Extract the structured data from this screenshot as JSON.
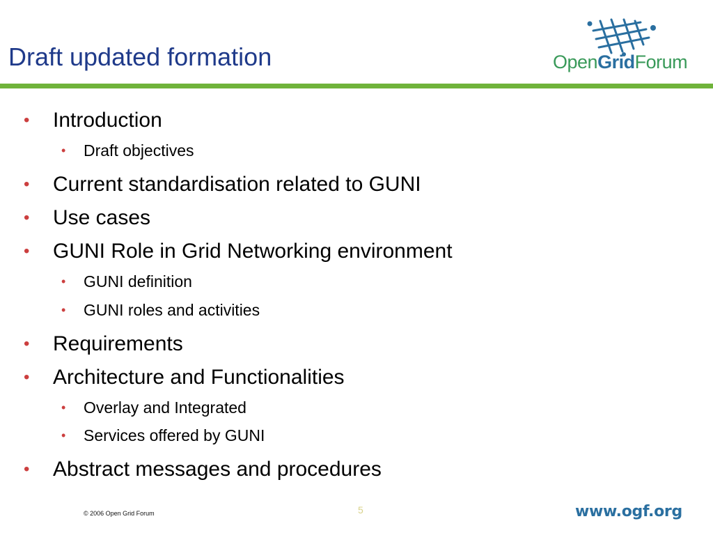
{
  "slide": {
    "title": "Draft updated formation",
    "colors": {
      "title": "#1f3a8a",
      "rule": "#6fb33a",
      "bullet": "#cc3f3f",
      "logo_green": "#3a9a5a",
      "logo_blue": "#2a6fa0"
    },
    "logo": {
      "icon": "grid-lattice-icon",
      "word_open": "Open",
      "word_grid": "Grid",
      "word_forum": "Forum"
    },
    "bullets": [
      {
        "level": 1,
        "text": "Introduction"
      },
      {
        "level": 2,
        "text": "Draft objectives"
      },
      {
        "level": 1,
        "text": "Current standardisation related to GUNI"
      },
      {
        "level": 1,
        "text": "Use cases"
      },
      {
        "level": 1,
        "text": "GUNI Role in Grid Networking environment"
      },
      {
        "level": 2,
        "text": "GUNI definition"
      },
      {
        "level": 2,
        "text": "GUNI roles and activities"
      },
      {
        "level": 1,
        "text": "Requirements"
      },
      {
        "level": 1,
        "text": "Architecture and Functionalities"
      },
      {
        "level": 2,
        "text": "Overlay and Integrated"
      },
      {
        "level": 2,
        "text": "Services offered by GUNI"
      },
      {
        "level": 1,
        "text": "Abstract messages and procedures"
      }
    ],
    "bullet_glyph": "•",
    "footer": {
      "copyright": "© 2006 Open Grid Forum",
      "page_number": "5",
      "url": "www.ogf.org"
    }
  }
}
